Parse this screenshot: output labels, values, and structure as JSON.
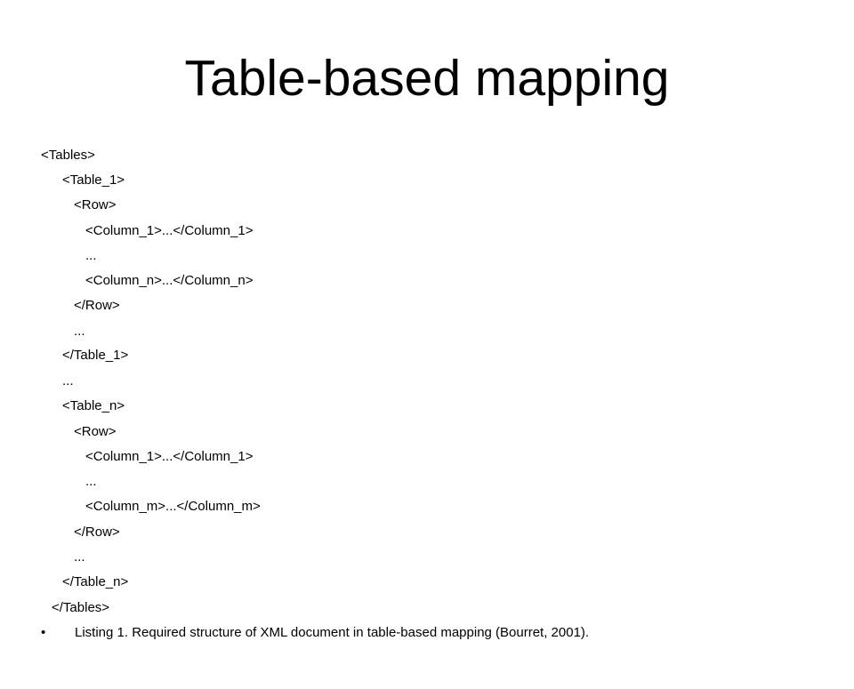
{
  "slide": {
    "title": "Table-based mapping",
    "listing_lines": [
      "<Tables>",
      "<Table_1>",
      "<Row>",
      "<Column_1>...</Column_1>",
      "...",
      "<Column_n>...</Column_n>",
      "</Row>",
      "...",
      "</Table_1>",
      "...",
      "<Table_n>",
      "<Row>",
      "<Column_1>...</Column_1>",
      "...",
      "<Column_m>...</Column_m>",
      "</Row>",
      "...",
      "</Table_n>",
      "</Tables>"
    ],
    "bullet_symbol": "•",
    "caption": "Listing 1. Required structure of XML document in table-based mapping (Bourret, 2001)."
  }
}
